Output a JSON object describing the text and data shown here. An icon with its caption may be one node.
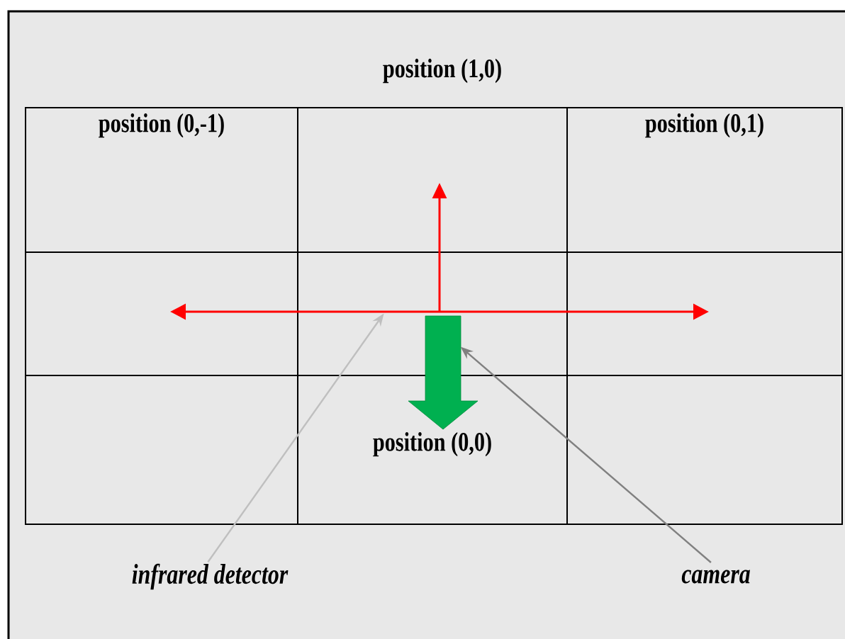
{
  "diagram": {
    "nodes": [
      {
        "text": [
          "position (0,-1)"
        ]
      },
      {
        "text": [],
        "shape": "box"
      },
      {
        "text": [
          "position (0,1)"
        ]
      },
      {
        "text": [],
        "shape": "box"
      },
      {
        "text": [],
        "shape": "box"
      },
      {
        "text": [],
        "shape": "box"
      },
      {
        "text": [],
        "shape": "box"
      },
      {
        "text": [
          "position (0,0)"
        ]
      },
      {
        "text": [],
        "shape": "box"
      },
      {
        "text": [],
        "shape": "picture"
      },
      {
        "text": [],
        "shape": "picture"
      },
      {
        "text": [
          "infrared detector"
        ]
      },
      {
        "text": [
          "camera"
        ]
      }
    ],
    "edges": [
      {
        "from": 11,
        "to": 9,
        "arrow": "to",
        "color": "#bfbfbf"
      },
      {
        "from": 12,
        "to": 10,
        "arrow": "to",
        "color": "#808080"
      }
    ],
    "labels": [
      "position (1,0)"
    ]
  }
}
